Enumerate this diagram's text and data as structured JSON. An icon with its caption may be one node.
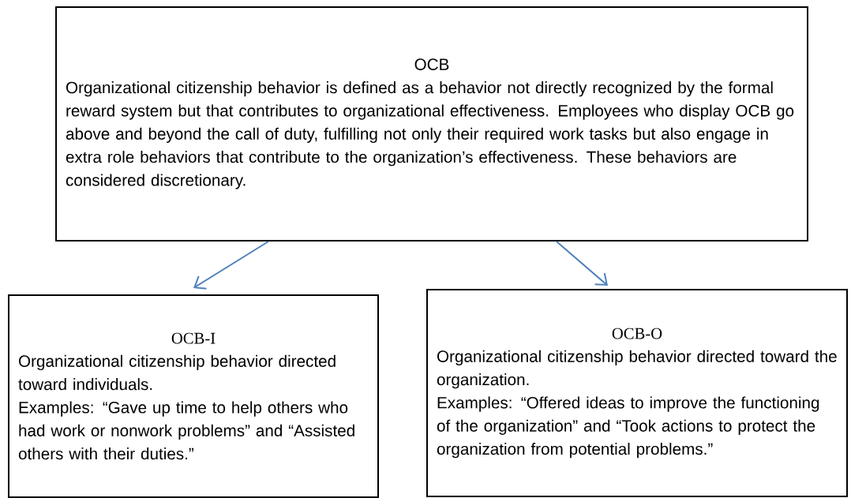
{
  "diagram": {
    "nodes": [
      {
        "text": [
          "OCB",
          "Organizational citizenship behavior is defined as a behavior not directly recognized by the formal reward system but that contributes to organizational effectiveness. Employees who display OCB go above and beyond the call of duty, fulfilling not only their required work tasks but also engage in extra role behaviors that contribute to the organization’s effectiveness. These behaviors are considered discretionary."
        ]
      },
      {
        "text": [
          "OCB-I",
          "Organizational citizenship behavior directed toward individuals.",
          "Examples: “Gave up time to help others who had work or nonwork problems” and “Assisted others with their duties.”"
        ]
      },
      {
        "text": [
          "OCB-O",
          "Organizational citizenship behavior directed toward the organization.",
          "Examples: “Offered ideas to improve the functioning of the organization” and “Took actions to protect the organization from potential problems.”"
        ]
      }
    ],
    "edges": [
      {
        "from": 0,
        "to": 1,
        "arrow": "to",
        "color": "#4f81bd"
      },
      {
        "from": 0,
        "to": 2,
        "arrow": "to",
        "color": "#4f81bd"
      }
    ]
  }
}
